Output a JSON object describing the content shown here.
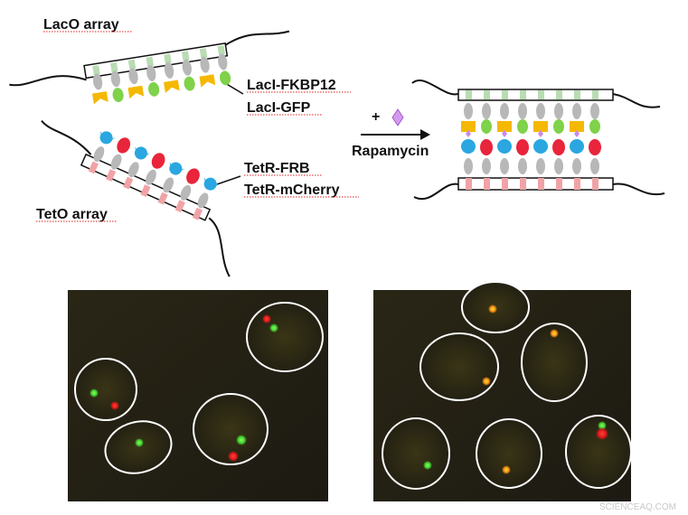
{
  "labels": {
    "laco_array": "LacO array",
    "laci_fkbp12": "LacI-FKBP12",
    "laci_gfp": "LacI-GFP",
    "tetr_frb": "TetR-FRB",
    "tetr_mcherry": "TetR-mCherry",
    "teto_array": "TetO array",
    "plus": "+",
    "rapamycin": "Rapamycin"
  },
  "watermark": "SCIENCEAQ.COM",
  "colors": {
    "green_protein": "#7fd24a",
    "red_protein": "#e8253a",
    "blue_protein": "#2aa7e0",
    "fkbp_yellow": "#f5b800",
    "repressor_grey": "#b8b8b8",
    "laco_site": "#b9dcb2",
    "teto_site": "#f0a3a6",
    "rapamycin_violet": "#c98ae8",
    "micrograph_bg": "#1c1a10",
    "cell_outline": "#ffffff"
  },
  "icons": {
    "rapamycin": "diamond-icon",
    "arrow": "right-arrow-icon"
  }
}
